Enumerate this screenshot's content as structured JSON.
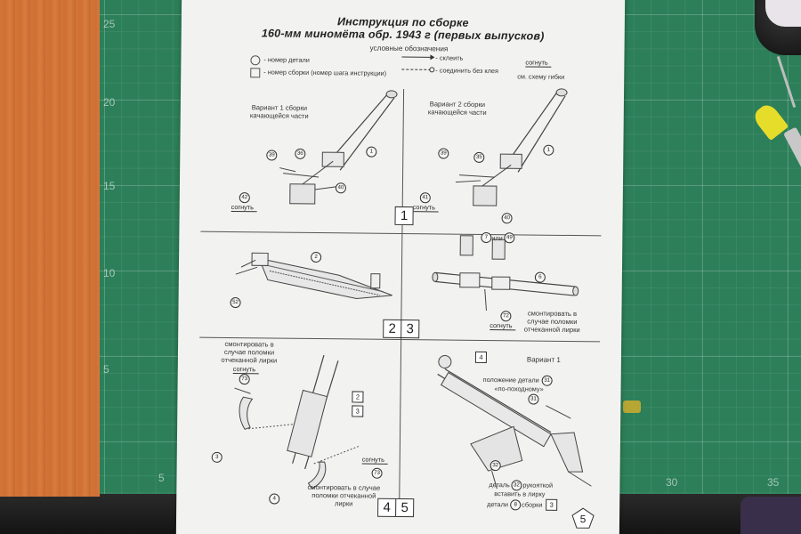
{
  "mat": {
    "numbers_left": [
      "25",
      "20",
      "15",
      "10",
      "5"
    ],
    "numbers_bottom": [
      "5",
      "30",
      "35"
    ]
  },
  "sheet": {
    "title_line1": "Инструкция по сборке",
    "title_line2": "160-мм миномёта обр. 1943 г (первых выпусков)",
    "legend": {
      "heading": "условные обозначения",
      "part_number": "- номер детали",
      "assembly_number": "- номер сборки (номер шага инструкции)",
      "glue": "- склеить",
      "join_no_glue": "- соединить без клея",
      "bend": "согнуть",
      "bend_scheme": "см. схему гибки"
    },
    "step1": {
      "variant1": "Вариант 1 сборки\nкачающейся части",
      "variant2": "Вариант 2 сборки\nкачающейся части",
      "left_parts": [
        "39",
        "36",
        "1",
        "42",
        "40"
      ],
      "right_parts": [
        "39",
        "35",
        "1",
        "41",
        "40"
      ],
      "bend": "согнуть",
      "box": [
        "1"
      ]
    },
    "step23": {
      "left_parts": [
        "2",
        "52"
      ],
      "right_part_a": "7",
      "right_or": "или",
      "right_part_b": "49",
      "right_parts": [
        "6",
        "72"
      ],
      "right_note": "смонтировать в\nслучае поломки\nотчеканной лирки",
      "bend": "согнуть",
      "box": [
        "2",
        "3"
      ]
    },
    "step45": {
      "left_note_top": "смонтировать в\nслучае поломки\nотчеканной лирки",
      "left_bend_top": "согнуть",
      "left_parts": [
        "73",
        "2",
        "3",
        "3",
        "4",
        "73"
      ],
      "left_bend_bottom": "согнуть",
      "left_note_bottom": "смонтировать в случае\nполомки отчеканной\nлирки",
      "right_variant": "Вариант 1",
      "right_box": "4",
      "right_position_note_a": "положение детали",
      "right_position_part": "31",
      "right_position_note_b": "«по-походному»",
      "right_part_31": "31",
      "right_part_32": "32",
      "right_detail_a": "деталь",
      "right_detail_a_part": "32",
      "right_detail_a_text": "рукояткой",
      "right_detail_b": "вставить в лирку",
      "right_detail_c": "детали",
      "right_detail_c_part": "8",
      "right_detail_c_text": "сборки",
      "right_detail_c_box": "3",
      "box": [
        "4",
        "5"
      ],
      "pentagon": "5"
    }
  }
}
